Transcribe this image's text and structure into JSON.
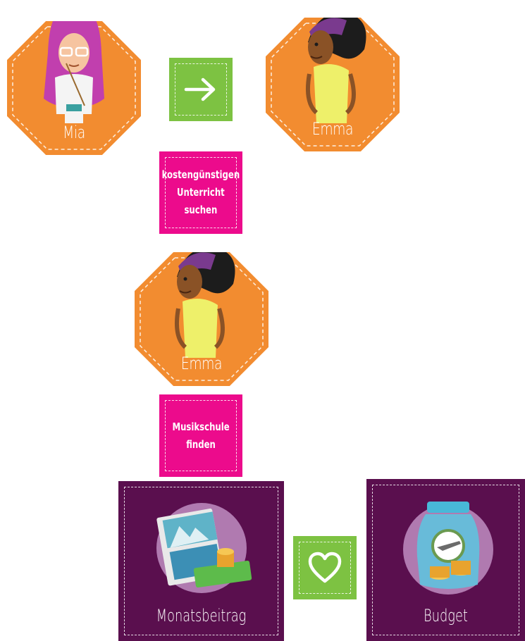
{
  "nodes": {
    "mia": {
      "label": "Mia"
    },
    "emma_top": {
      "label": "Emma"
    },
    "emma_mid": {
      "label": "Emma"
    },
    "monatsbeitrag": {
      "label": "Monatsbeitrag",
      "icon": "calendar-money-icon"
    },
    "budget": {
      "label": "Budget",
      "icon": "savings-jar-icon"
    }
  },
  "actions": {
    "arrow": {
      "icon": "arrow-right-icon"
    },
    "unterricht": {
      "label": "kostengünstigen\nUnterricht\nsuchen"
    },
    "musikschule": {
      "label": "Musikschule\nfinden"
    },
    "heart": {
      "icon": "heart-icon"
    }
  },
  "colors": {
    "orange": "#f28c30",
    "green": "#7dc242",
    "pink": "#ec0b8c",
    "purple": "#5a0f4e"
  }
}
